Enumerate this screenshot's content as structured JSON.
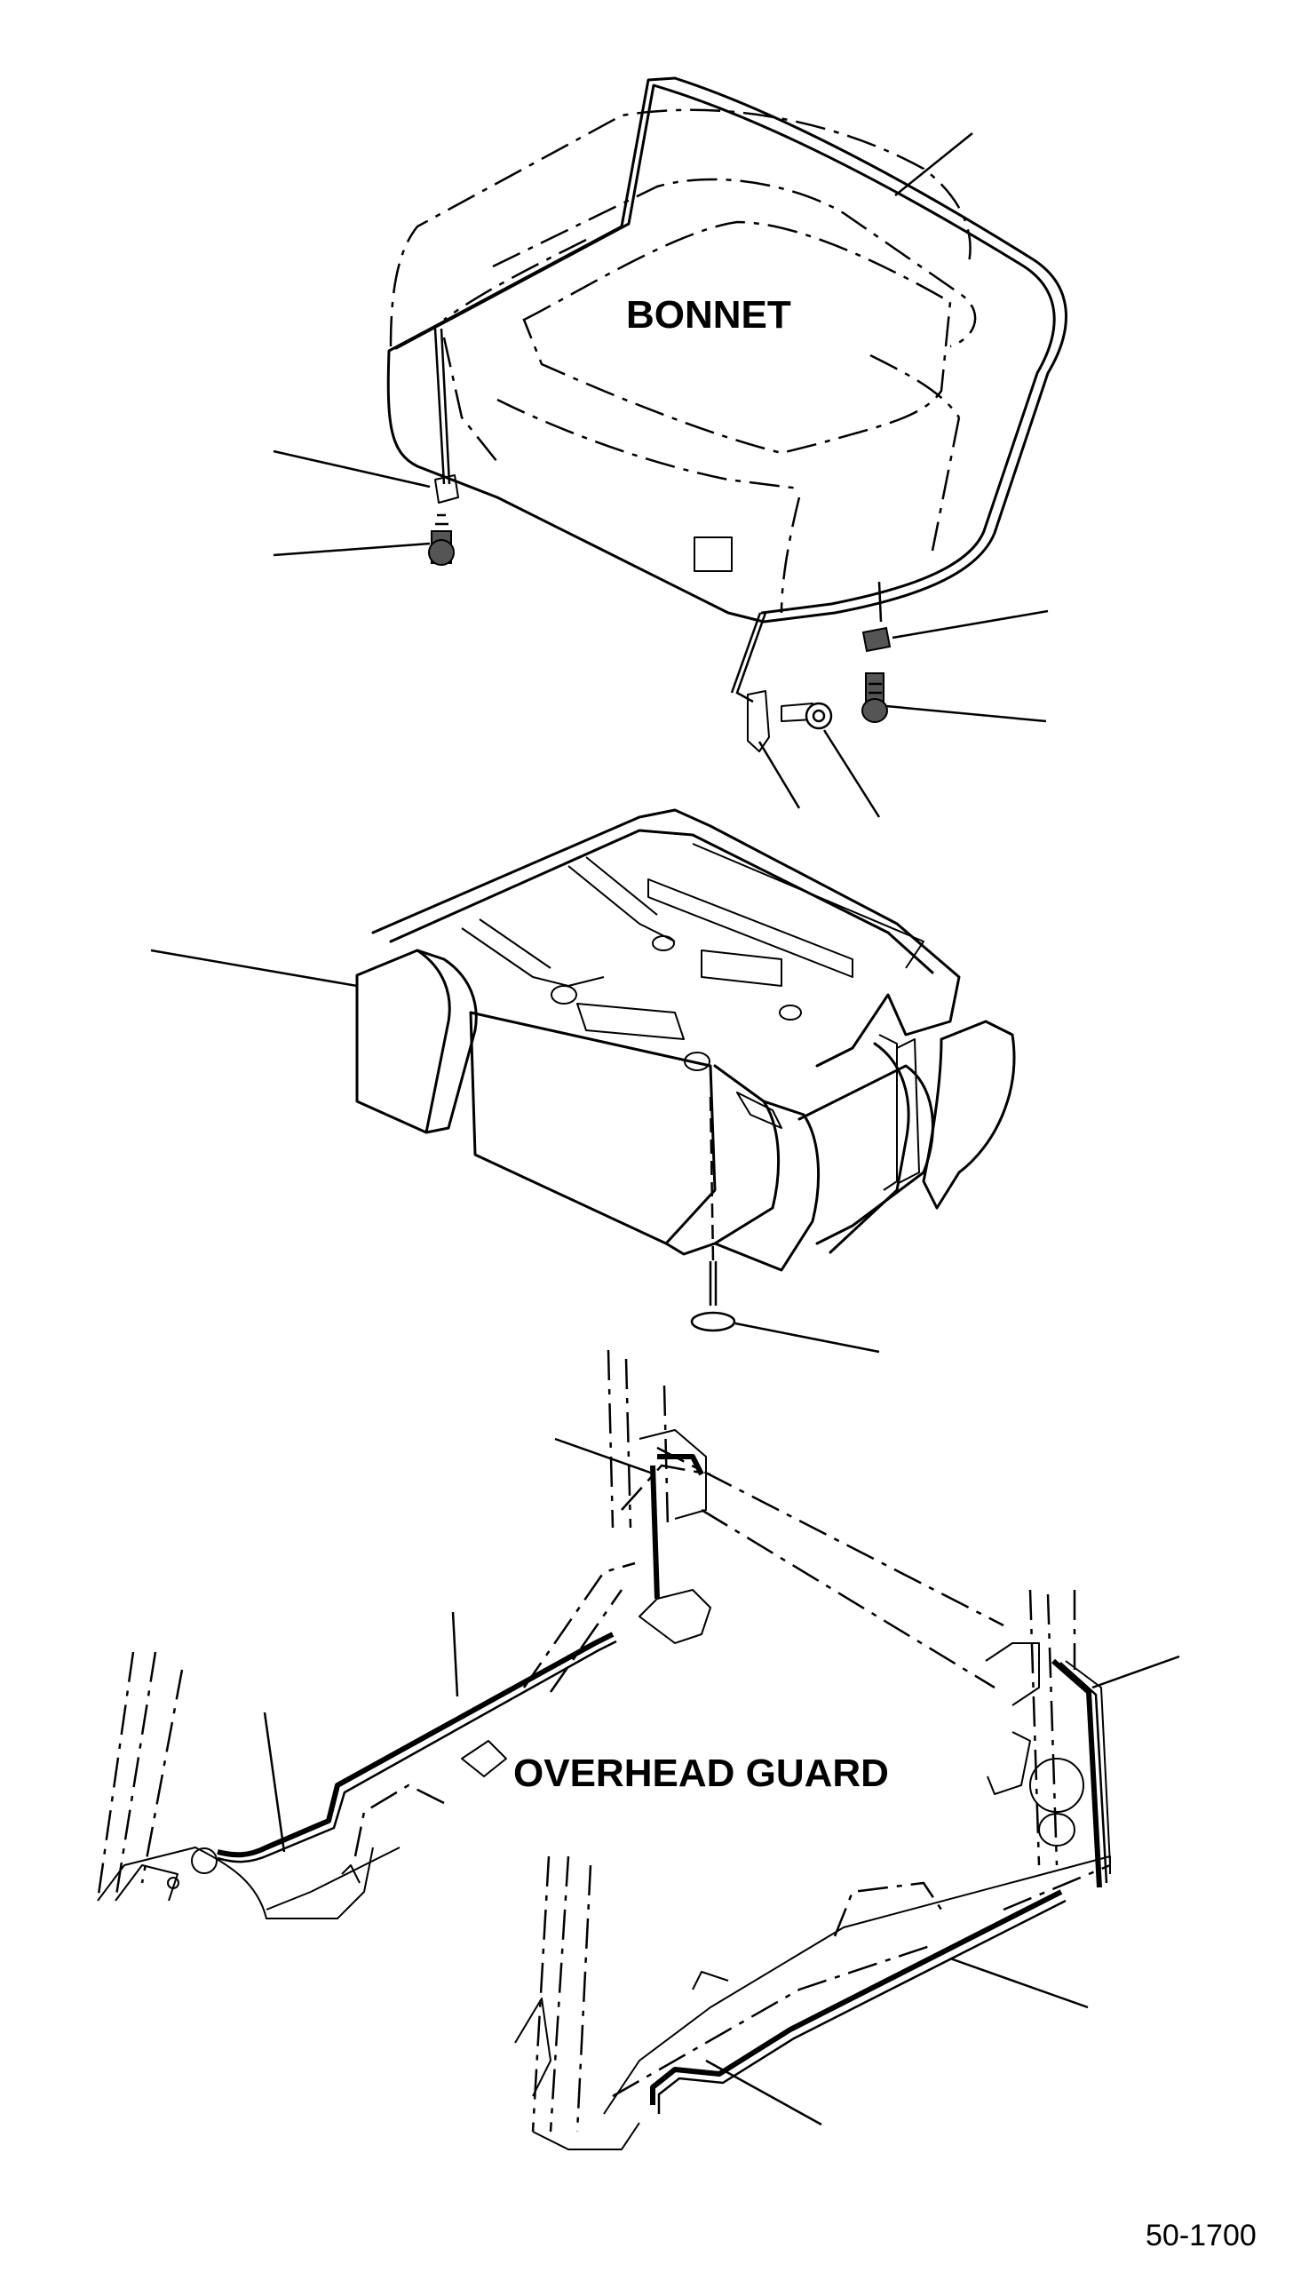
{
  "diagram": {
    "labels": {
      "bonnet": "BONNET",
      "overhead_guard": "OVERHEAD GUARD",
      "figure_code": "50-1700"
    },
    "parts": [
      {
        "id": "bonnet",
        "icon": "bonnet-outline"
      },
      {
        "id": "hood-support-pad",
        "icon": "pad-outline"
      },
      {
        "id": "floor-plate-assembly",
        "icon": "floor-plate-outline"
      },
      {
        "id": "overhead-guard-frame",
        "icon": "frame-outline"
      },
      {
        "id": "seal-strips",
        "icon": "strip-outline"
      },
      {
        "id": "fasteners",
        "icon": "bolt-icon"
      }
    ]
  }
}
